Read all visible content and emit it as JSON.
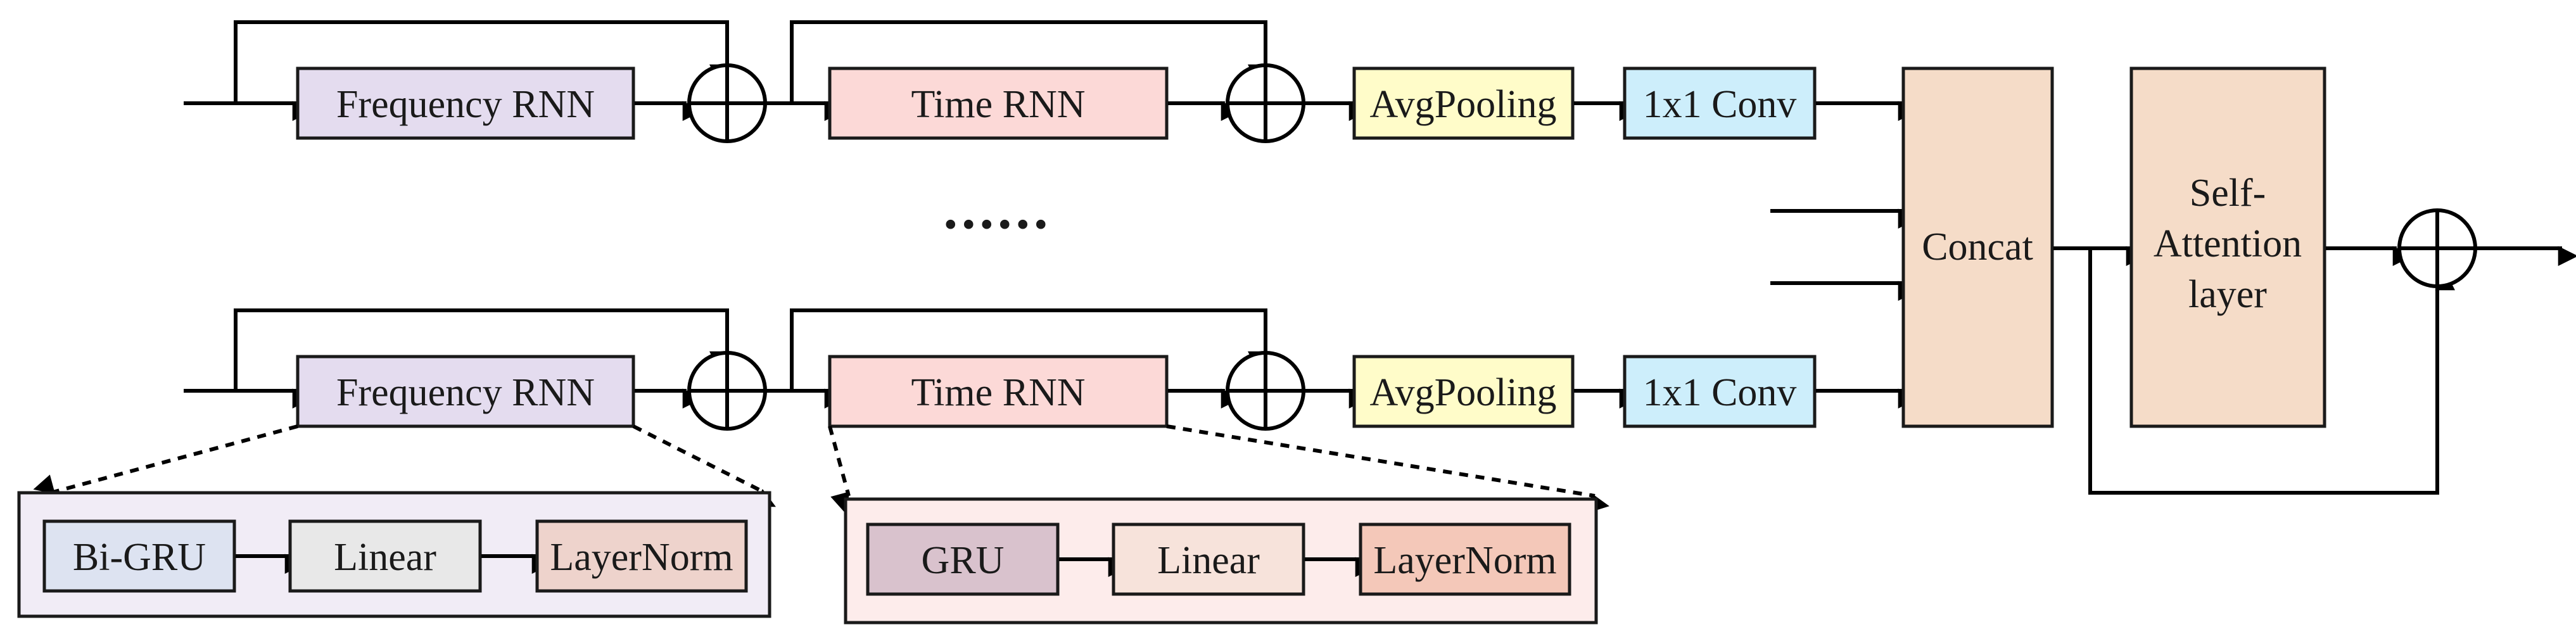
{
  "rows": [
    {
      "freq_rnn": "Frequency RNN",
      "time_rnn": "Time RNN",
      "avgpool": "AvgPooling",
      "conv": "1x1 Conv"
    },
    {
      "freq_rnn": "Frequency RNN",
      "time_rnn": "Time RNN",
      "avgpool": "AvgPooling",
      "conv": "1x1 Conv"
    }
  ],
  "ellipsis": "......",
  "concat": "Concat",
  "attention": [
    "Self-",
    "Attention",
    "layer"
  ],
  "freq_detail": {
    "bigru": "Bi-GRU",
    "linear": "Linear",
    "layernorm": "LayerNorm"
  },
  "time_detail": {
    "gru": "GRU",
    "linear": "Linear",
    "layernorm": "LayerNorm"
  },
  "colors": {
    "freq": "#e4dcef",
    "time": "#fcd9d7",
    "avgpool": "#fffcc9",
    "conv": "#cdeefb",
    "concat": "#f5dcc8",
    "attention": "#f5dcc8",
    "freq_panel": "#f1ecf6",
    "time_panel": "#fdeceb",
    "bigru": "#dde3f1",
    "linear1": "#e8e8e8",
    "layernorm1": "#eed3cc",
    "gru": "#d9c2cd",
    "linear2": "#f7e3db",
    "layernorm2": "#f4c8b9"
  },
  "icons": [
    "add-circle-icon",
    "arrow-icon"
  ]
}
